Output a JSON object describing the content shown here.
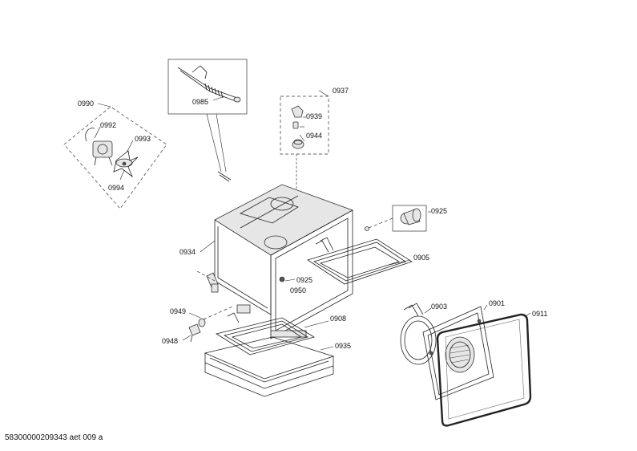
{
  "labels": {
    "p0990": "0990",
    "p0992": "0992",
    "p0993": "0993",
    "p0994": "0994",
    "p0985": "0985",
    "p0937": "0937",
    "p0939": "0939",
    "p0944": "0944",
    "p0925a": "0925",
    "p0934": "0934",
    "p0905": "0905",
    "p0925b": "0925",
    "p0950": "0950",
    "p0949": "0949",
    "p0948": "0948",
    "p0908": "0908",
    "p0935": "0935",
    "p0903": "0903",
    "p0901": "0901",
    "p0911": "0911"
  },
  "footer": "58300000209343 aet 009 a"
}
